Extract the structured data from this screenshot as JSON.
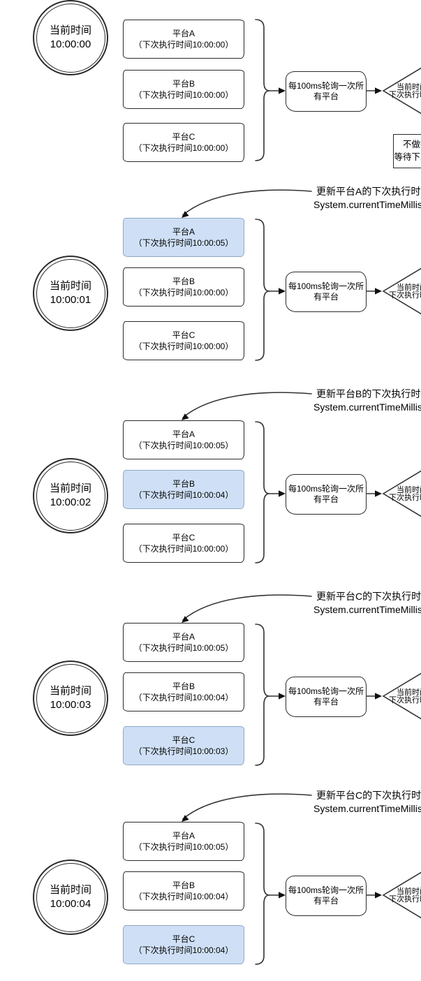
{
  "colors": {
    "stroke": "#333333",
    "highlight_fill": "#cfe0f6",
    "highlight_border": "#90a7c4",
    "box_fill": "#ffffff"
  },
  "poll_box": {
    "line1": "每100ms轮询一次所",
    "line2": "有平台"
  },
  "decision": {
    "line1": "当前时间",
    "line2": "下次执行时"
  },
  "noop_box": {
    "line1": "不做操作",
    "line2": "等待下次轮询"
  },
  "sections": [
    {
      "time_label": "当前时间",
      "time": "10:00:00",
      "platforms": [
        {
          "name": "平台A",
          "next": "（下次执行时间10:00:00）",
          "highlighted": false
        },
        {
          "name": "平台B",
          "next": "（下次执行时间10:00:00）",
          "highlighted": false
        },
        {
          "name": "平台C",
          "next": "（下次执行时间10:00:00）",
          "highlighted": false
        }
      ]
    },
    {
      "time_label": "当前时间",
      "time": "10:00:01",
      "annotation": {
        "line1": "更新平台A的下次执行时间",
        "line2": "System.currentTimeMillis()"
      },
      "platforms": [
        {
          "name": "平台A",
          "next": "（下次执行时间10:00:05）",
          "highlighted": true
        },
        {
          "name": "平台B",
          "next": "（下次执行时间10:00:00）",
          "highlighted": false
        },
        {
          "name": "平台C",
          "next": "（下次执行时间10:00:00）",
          "highlighted": false
        }
      ]
    },
    {
      "time_label": "当前时间",
      "time": "10:00:02",
      "annotation": {
        "line1": "更新平台B的下次执行时间",
        "line2": "System.currentTimeMillis()"
      },
      "platforms": [
        {
          "name": "平台A",
          "next": "（下次执行时间10:00:05）",
          "highlighted": false
        },
        {
          "name": "平台B",
          "next": "（下次执行时间10:00:04）",
          "highlighted": true
        },
        {
          "name": "平台C",
          "next": "（下次执行时间10:00:00）",
          "highlighted": false
        }
      ]
    },
    {
      "time_label": "当前时间",
      "time": "10:00:03",
      "annotation": {
        "line1": "更新平台C的下次执行时间",
        "line2": "System.currentTimeMillis()"
      },
      "platforms": [
        {
          "name": "平台A",
          "next": "（下次执行时间10:00:05）",
          "highlighted": false
        },
        {
          "name": "平台B",
          "next": "（下次执行时间10:00:04）",
          "highlighted": false
        },
        {
          "name": "平台C",
          "next": "（下次执行时间10:00:03）",
          "highlighted": true
        }
      ]
    },
    {
      "time_label": "当前时间",
      "time": "10:00:04",
      "annotation": {
        "line1": "更新平台C的下次执行时间",
        "line2": "System.currentTimeMillis()"
      },
      "platforms": [
        {
          "name": "平台A",
          "next": "（下次执行时间10:00:05）",
          "highlighted": false
        },
        {
          "name": "平台B",
          "next": "（下次执行时间10:00:04）",
          "highlighted": false
        },
        {
          "name": "平台C",
          "next": "（下次执行时间10:00:04）",
          "highlighted": true
        }
      ]
    }
  ]
}
